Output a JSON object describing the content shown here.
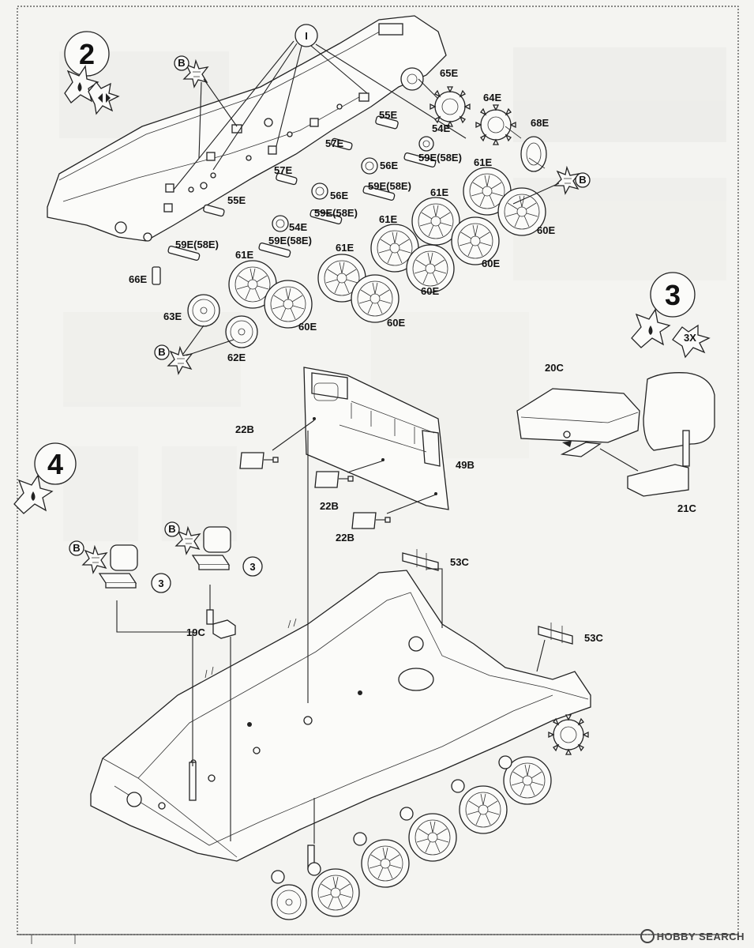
{
  "steps": [
    {
      "number": "2",
      "label_text": ""
    },
    {
      "number": "3",
      "multiplier": "3X"
    },
    {
      "number": "4"
    }
  ],
  "marker": "B",
  "sub_step": {
    "roman": "I",
    "seat_number": "3"
  },
  "parts": {
    "p65E": "65E",
    "p64E": "64E",
    "p68E": "68E",
    "p55E": "55E",
    "p54E": "54E",
    "p57E": "57E",
    "p56E": "56E",
    "p59E_58E": "59E(58E)",
    "p61E": "61E",
    "p60E": "60E",
    "p66E": "66E",
    "p63E": "63E",
    "p62E": "62E",
    "p22B": "22B",
    "p49B": "49B",
    "p20C": "20C",
    "p21C": "21C",
    "p53C": "53C",
    "p19C": "19C"
  },
  "watermark": "HOBBY SEARCH"
}
